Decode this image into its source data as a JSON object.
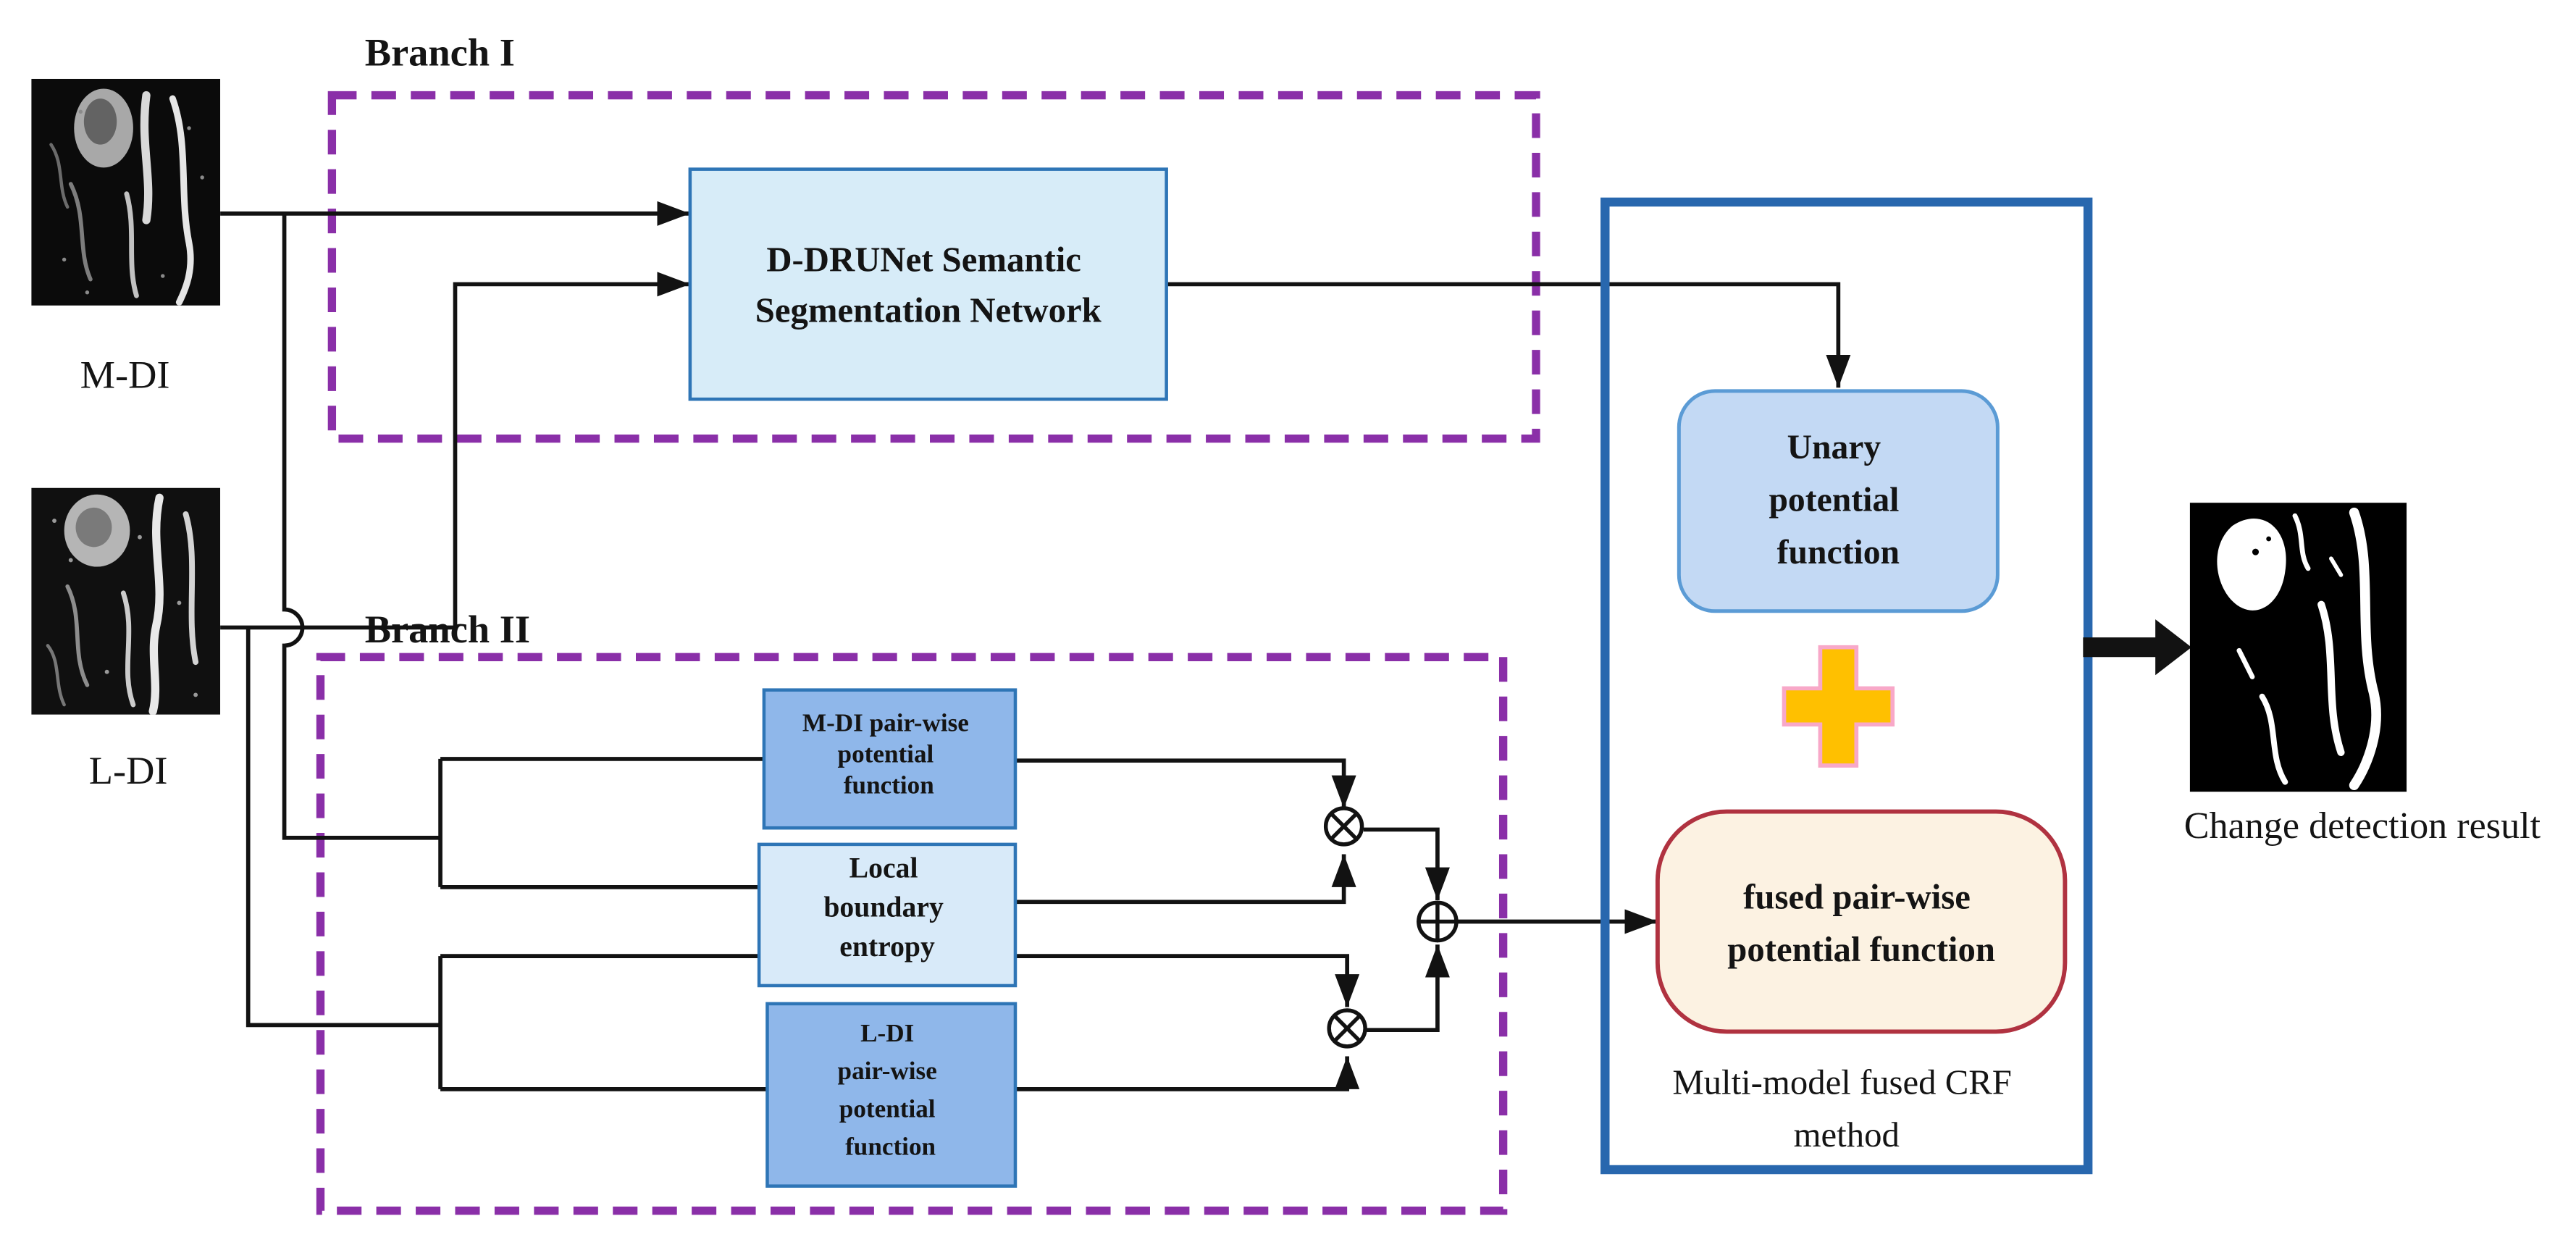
{
  "title": "Multi-model fused CRF change detection flow diagram",
  "colors": {
    "purple": "#8A2FA8",
    "wire": "#121212",
    "node_border": "#2E75B6",
    "outer_border": "#2867AE",
    "ddrunet_fill": "#D7ECF8",
    "pairwise_fill": "#8FB7EA",
    "entropy_fill": "#D8EAF9",
    "unary_fill": "#C3D9F4",
    "unary_border": "#5B9BD5",
    "fused_fill": "#FCF2E2",
    "fused_border": "#B03240",
    "plus_fill": "#FFC000",
    "plus_border": "#F8A8C8",
    "text": "#141414"
  },
  "branch1": {
    "label": "Branch I"
  },
  "branch2": {
    "label": "Branch II"
  },
  "inputs": {
    "mdi": {
      "label": "M-DI"
    },
    "ldi": {
      "label": "L-DI"
    }
  },
  "nodes": {
    "ddrunet": {
      "line1": "D-DRUNet Semantic",
      "line2": "Segmentation Network"
    },
    "mdi_pairwise": {
      "line1": "M-DI pair-wise",
      "line2": "potential",
      "line3": "function"
    },
    "local_entropy": {
      "line1": "Local",
      "line2": "boundary",
      "line3": "entropy"
    },
    "ldi_pairwise": {
      "line1": "L-DI",
      "line2": "pair-wise",
      "line3": "potential",
      "line4": "function"
    },
    "unary": {
      "line1": "Unary",
      "line2": "potential",
      "line3": "function"
    },
    "fused": {
      "line1": "fused pair-wise",
      "line2": "potential function"
    }
  },
  "crf_caption": {
    "line1": "Multi-model fused CRF",
    "line2": "method"
  },
  "output": {
    "label": "Change detection result"
  },
  "icons": {
    "multiply_operator": "⊗",
    "add_operator": "⊕",
    "plus": "+",
    "big_arrow": "➔"
  }
}
